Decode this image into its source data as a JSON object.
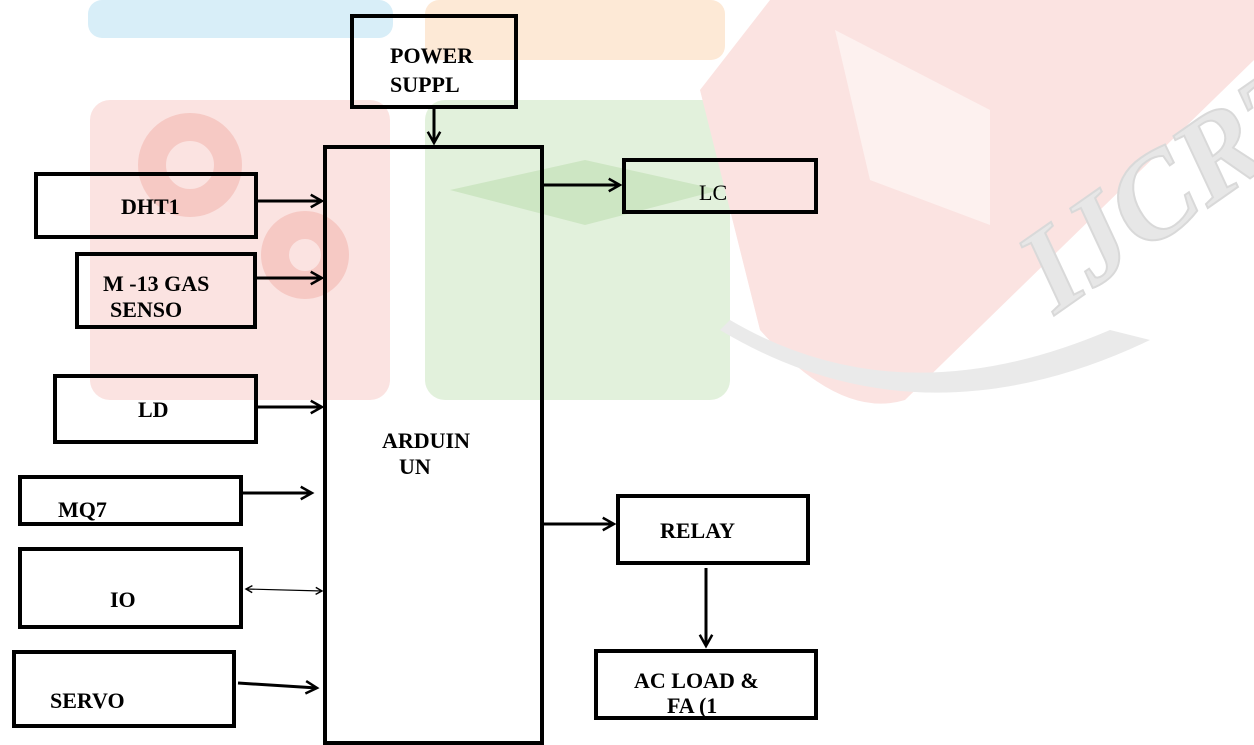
{
  "watermark": {
    "text": "IJCRT",
    "colors": {
      "blue": "#d8eef8",
      "red": "#fbe3e1",
      "orange": "#fde9d6",
      "green": "#e2f1dc",
      "grey": "#eaeaea"
    }
  },
  "blocks": {
    "power_supply": {
      "lines": [
        "POWER",
        "SUPPL"
      ]
    },
    "arduino": {
      "lines": [
        "ARDUIN",
        "UN"
      ]
    },
    "dht": {
      "lines": [
        "DHT1"
      ]
    },
    "gas_sensor": {
      "lines": [
        "M -13 GAS",
        "SENSO"
      ]
    },
    "ldr": {
      "lines": [
        "LD"
      ]
    },
    "mq7": {
      "lines": [
        "MQ7"
      ]
    },
    "iot": {
      "lines": [
        "IO"
      ]
    },
    "servo": {
      "lines": [
        "SERVO"
      ]
    },
    "lcd": {
      "lines": [
        "LC"
      ]
    },
    "relay": {
      "lines": [
        "RELAY"
      ]
    },
    "ac_load": {
      "lines": [
        "AC LOAD &",
        "FA (1"
      ]
    }
  }
}
